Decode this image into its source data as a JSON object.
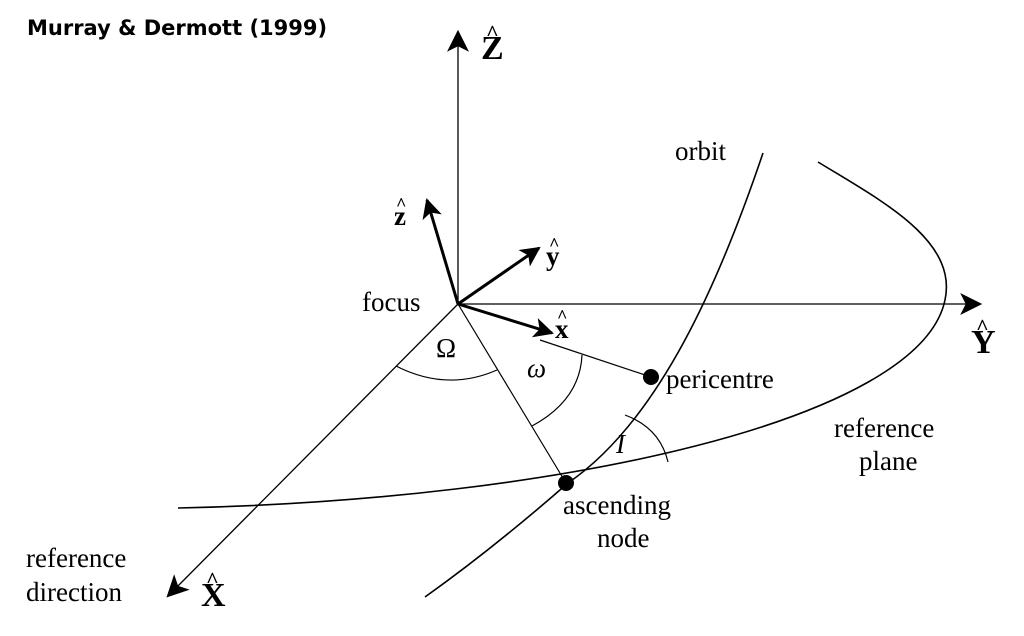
{
  "credit": "Murray & Dermott (1999)",
  "axes": {
    "Z": "Z",
    "Y": "Y",
    "X": "X",
    "z": "z",
    "y": "y",
    "x": "x",
    "hat": "^"
  },
  "labels": {
    "orbit": "orbit",
    "focus": "focus",
    "pericentre": "pericentre",
    "ascending_line1": "ascending",
    "ascending_line2": "node",
    "reference_plane_line1": "reference",
    "reference_plane_line2": "plane",
    "reference_direction_line1": "reference",
    "reference_direction_line2": "direction"
  },
  "angles": {
    "longitude_ascending_node": "Ω",
    "argument_pericentre": "ω",
    "inclination": "I"
  }
}
